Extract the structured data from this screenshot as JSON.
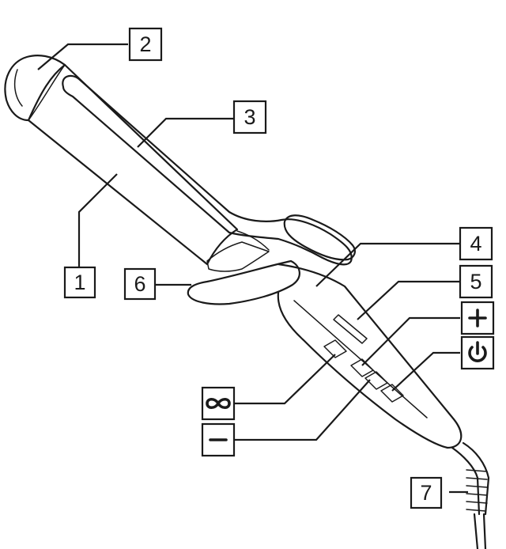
{
  "callouts": {
    "c1": "1",
    "c2": "2",
    "c3": "3",
    "c4": "4",
    "c5": "5",
    "c6": "6",
    "c7": "7"
  },
  "control_icons": {
    "plus": "plus-icon",
    "power": "power-icon",
    "infinity": "infinity-icon",
    "minus": "minus-icon"
  },
  "colors": {
    "line": "#1a1a1a",
    "background": "#ffffff"
  }
}
